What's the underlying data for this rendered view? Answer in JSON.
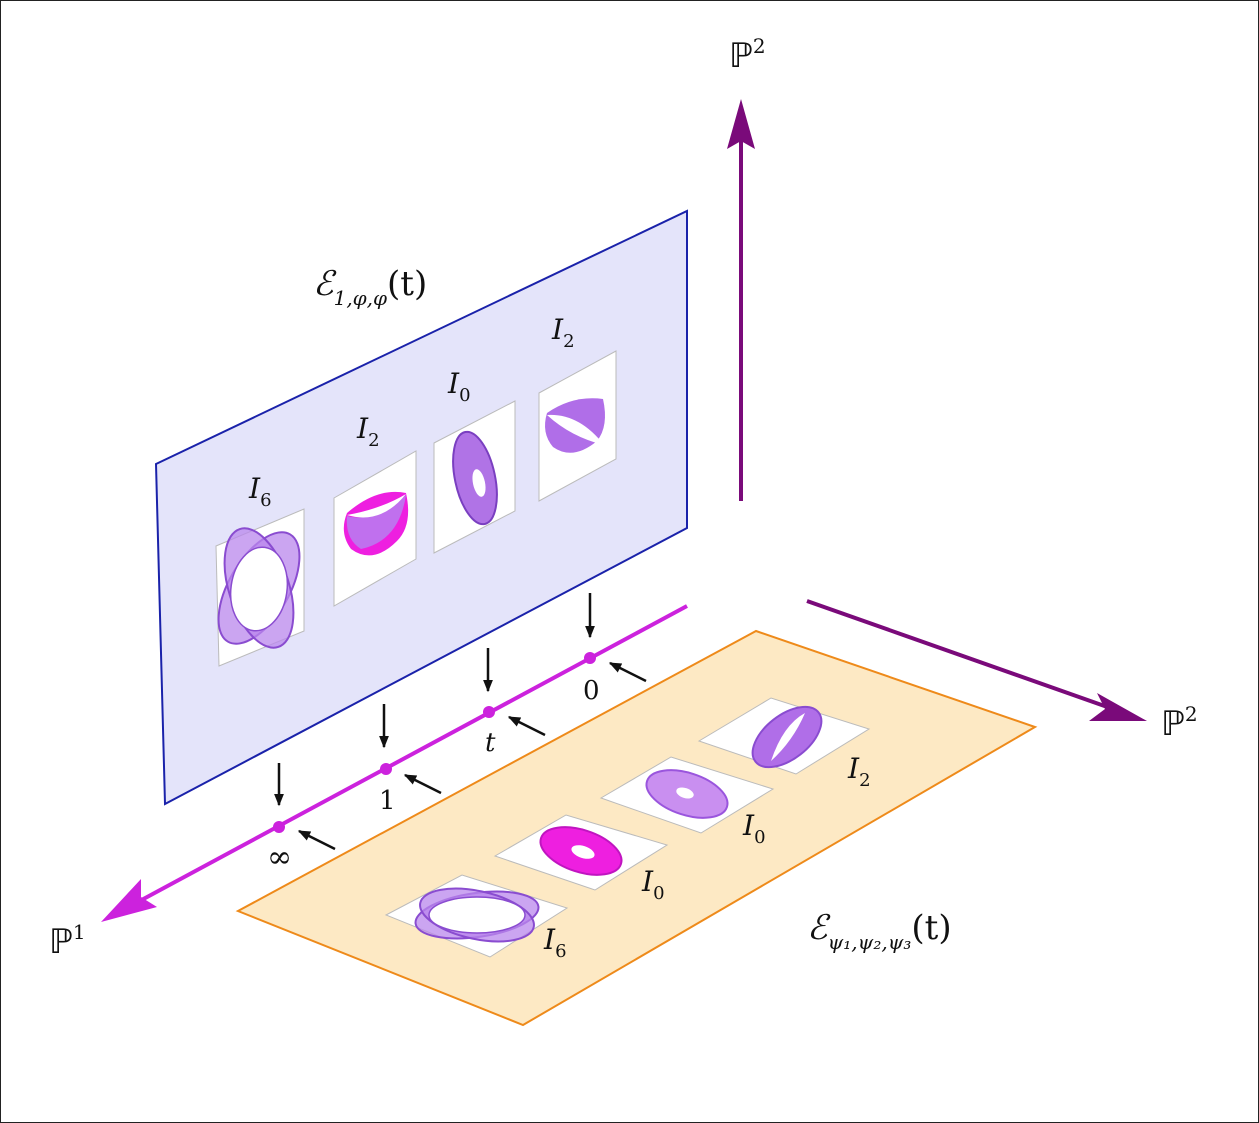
{
  "axes": {
    "p1_label": "ℙ",
    "p1_exp": "1",
    "p2_vertical_label": "ℙ",
    "p2_vertical_exp": "2",
    "p2_horizontal_label": "ℙ",
    "p2_horizontal_exp": "2"
  },
  "vertical_plane": {
    "family_label": "ℰ",
    "family_subscript": "1,φ,φ",
    "family_arg": "(t)",
    "fibers": [
      {
        "label": "I",
        "sub": "6"
      },
      {
        "label": "I",
        "sub": "2"
      },
      {
        "label": "I",
        "sub": "0"
      },
      {
        "label": "I",
        "sub": "2"
      }
    ]
  },
  "horizontal_plane": {
    "family_label": "ℰ",
    "family_subscript": "ψ₁,ψ₂,ψ₃",
    "family_arg": "(t)",
    "fibers": [
      {
        "label": "I",
        "sub": "6"
      },
      {
        "label": "I",
        "sub": "0"
      },
      {
        "label": "I",
        "sub": "0"
      },
      {
        "label": "I",
        "sub": "2"
      }
    ]
  },
  "base_points": [
    "∞",
    "1",
    "t",
    "0"
  ],
  "colors": {
    "axis_p1": "#cc22dd",
    "axis_p2": "#7a0a7a",
    "vertical_plane_fill": "#e4e4fa",
    "vertical_plane_stroke": "#1a22aa",
    "horizontal_plane_fill": "#fde9c4",
    "horizontal_plane_stroke": "#ee8a1a",
    "curve_fill": "#b06ee8",
    "curve_bright": "#ee1fe0"
  }
}
